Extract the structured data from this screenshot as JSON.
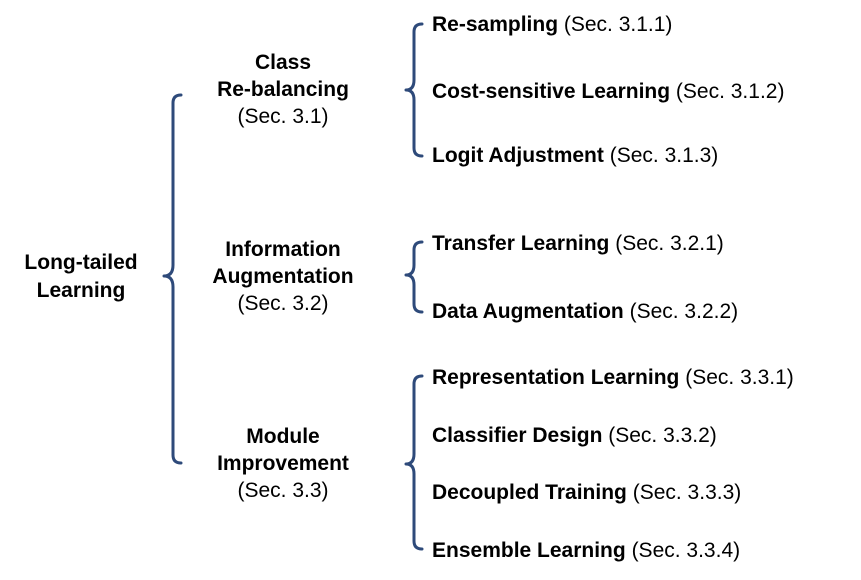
{
  "root": {
    "line1": "Long-tailed",
    "line2": "Learning"
  },
  "categories": [
    {
      "line1": "Class",
      "line2": "Re-balancing",
      "sec": "(Sec. 3.1)"
    },
    {
      "line1": "Information",
      "line2": "Augmentation",
      "sec": "(Sec. 3.2)"
    },
    {
      "line1": "Module",
      "line2": "Improvement",
      "sec": "(Sec. 3.3)"
    }
  ],
  "leaves": [
    {
      "name": "Re-sampling",
      "sec": "(Sec. 3.1.1)"
    },
    {
      "name": "Cost-sensitive Learning",
      "sec": "(Sec. 3.1.2)"
    },
    {
      "name": "Logit Adjustment",
      "sec": "(Sec. 3.1.3)"
    },
    {
      "name": "Transfer Learning",
      "sec": "(Sec. 3.2.1)"
    },
    {
      "name": "Data Augmentation",
      "sec": "(Sec. 3.2.2)"
    },
    {
      "name": "Representation Learning",
      "sec": "(Sec. 3.3.1)"
    },
    {
      "name": "Classifier Design",
      "sec": "(Sec. 3.3.2)"
    },
    {
      "name": "Decoupled Training",
      "sec": "(Sec. 3.3.3)"
    },
    {
      "name": "Ensemble Learning",
      "sec": "(Sec. 3.3.4)"
    }
  ],
  "colors": {
    "brace": "#2e4a7a",
    "text": "#000000"
  }
}
